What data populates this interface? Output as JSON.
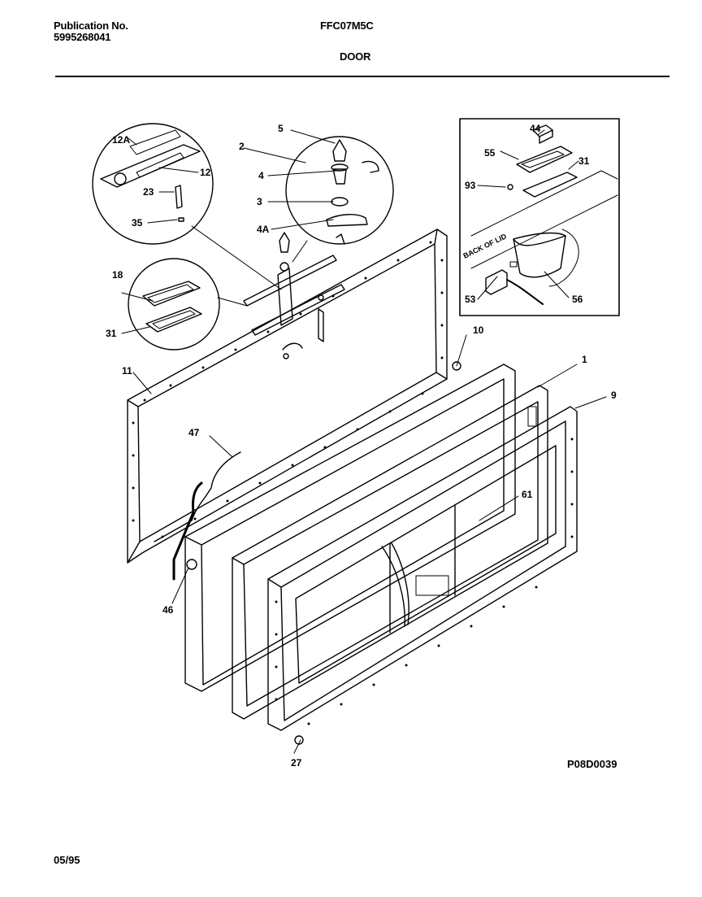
{
  "header": {
    "publication_label": "Publication No.",
    "publication_number": "5995268041",
    "model": "FFC07M5C",
    "section": "DOOR"
  },
  "footer": {
    "drawing_code": "P08D0039",
    "date": "05/95"
  },
  "inset": {
    "warning_text": "BACK OF LID"
  },
  "callouts": {
    "c12A": "12A",
    "c12": "12",
    "c23": "23",
    "c35": "35",
    "c5": "5",
    "c2": "2",
    "c4": "4",
    "c3": "3",
    "c4A": "4A",
    "c18": "18",
    "c31a": "31",
    "c11": "11",
    "c47": "47",
    "c46": "46",
    "c10": "10",
    "c1": "1",
    "c9": "9",
    "c61": "61",
    "c27": "27",
    "c44": "44",
    "c55": "55",
    "c31b": "31",
    "c93": "93",
    "c53": "53",
    "c56": "56"
  }
}
